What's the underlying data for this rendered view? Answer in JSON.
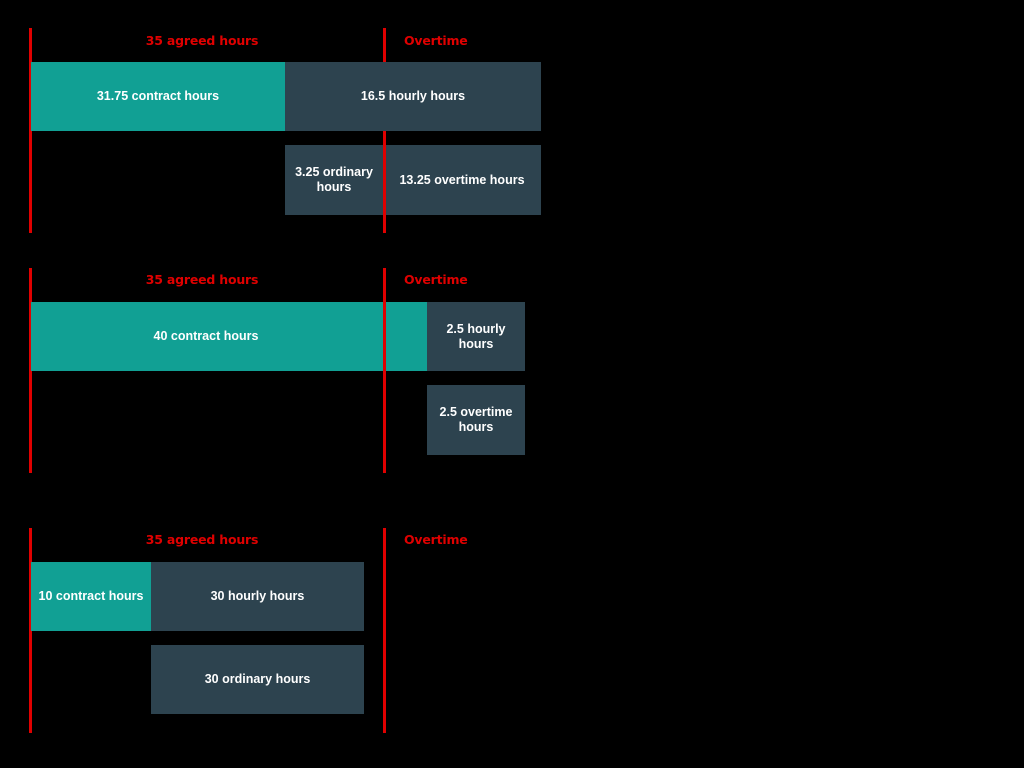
{
  "chart_data": {
    "type": "bar",
    "title": "",
    "subtitle": "",
    "xlabel": "",
    "ylabel": "",
    "grid": false,
    "legend": null,
    "description": "Three stacked horizontal bar diagrams comparing contract hours, hourly hours, ordinary hours and overtime hours against a 35 agreed-hours boundary and an overtime zone.",
    "zone_boundaries": [
      "35 agreed hours",
      "Overtime"
    ],
    "colors": {
      "contract": "#11a094",
      "hours": "#2d434f",
      "boundary_line": "#e00000",
      "label_text": "#e00000",
      "block_text": "#ffffff",
      "background": "#000000"
    },
    "scenarios": [
      {
        "name": "scenario-1",
        "zone_labels": [
          {
            "text": "35 agreed hours",
            "align": "center"
          },
          {
            "text": "Overtime",
            "align": "left"
          }
        ],
        "rows": [
          {
            "name": "worked-row",
            "segments": [
              {
                "label": "31.75 contract hours",
                "value": 31.75,
                "unit": "hours",
                "category": "contract"
              },
              {
                "label": "16.5 hourly hours",
                "value": 16.5,
                "unit": "hours",
                "category": "hourly"
              }
            ]
          },
          {
            "name": "pay-row",
            "segments": [
              {
                "label": "3.25 ordinary hours",
                "value": 3.25,
                "unit": "hours",
                "category": "ordinary"
              },
              {
                "label": "13.25 overtime hours",
                "value": 13.25,
                "unit": "hours",
                "category": "overtime"
              }
            ]
          }
        ]
      },
      {
        "name": "scenario-2",
        "zone_labels": [
          {
            "text": "35 agreed hours",
            "align": "center"
          },
          {
            "text": "Overtime",
            "align": "left"
          }
        ],
        "rows": [
          {
            "name": "worked-row",
            "segments": [
              {
                "label": "40 contract hours",
                "value": 40,
                "unit": "hours",
                "category": "contract"
              },
              {
                "label": "2.5 hourly hours",
                "value": 2.5,
                "unit": "hours",
                "category": "hourly"
              }
            ]
          },
          {
            "name": "pay-row",
            "segments": [
              {
                "label": "2.5 overtime hours",
                "value": 2.5,
                "unit": "hours",
                "category": "overtime"
              }
            ]
          }
        ]
      },
      {
        "name": "scenario-3",
        "zone_labels": [
          {
            "text": "35 agreed hours",
            "align": "center"
          },
          {
            "text": "Overtime",
            "align": "left"
          }
        ],
        "rows": [
          {
            "name": "worked-row",
            "segments": [
              {
                "label": "10 contract hours",
                "value": 10,
                "unit": "hours",
                "category": "contract"
              },
              {
                "label": "30 hourly hours",
                "value": 30,
                "unit": "hours",
                "category": "hourly"
              }
            ]
          },
          {
            "name": "pay-row",
            "segments": [
              {
                "label": "30 ordinary hours",
                "value": 30,
                "unit": "hours",
                "category": "ordinary"
              }
            ]
          }
        ]
      }
    ]
  },
  "diagram1": {
    "agreed_label": "35 agreed hours",
    "overtime_label": "Overtime",
    "contract_hours": "31.75 contract hours",
    "hourly_hours": "16.5 hourly hours",
    "ordinary_hours": "3.25 ordinary hours",
    "overtime_hours": "13.25 overtime hours"
  },
  "diagram2": {
    "agreed_label": "35 agreed hours",
    "overtime_label": "Overtime",
    "contract_hours": "40 contract hours",
    "hourly_hours": "2.5 hourly hours",
    "overtime_hours": "2.5 overtime hours"
  },
  "diagram3": {
    "agreed_label": "35 agreed hours",
    "overtime_label": "Overtime",
    "contract_hours": "10 contract hours",
    "hourly_hours": "30 hourly hours",
    "ordinary_hours": "30 ordinary hours"
  }
}
